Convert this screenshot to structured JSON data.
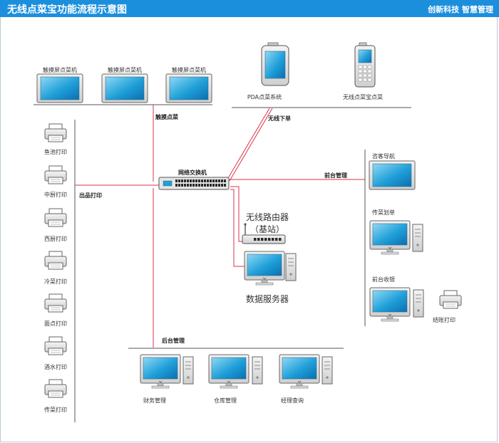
{
  "header": {
    "title": "无线点菜宝功能流程示意图",
    "slogan": "创新科技 智慧管理"
  },
  "touch_screens": [
    "触摸屏点菜机",
    "触摸屏点菜机",
    "触摸屏点菜机"
  ],
  "mobile_devices": [
    "PDA点菜系统",
    "无线点菜宝点菜"
  ],
  "printers": [
    "鱼池打印",
    "中厨打印",
    "西厨打印",
    "冷菜打印",
    "面点打印",
    "酒水打印",
    "传菜打印"
  ],
  "front_desk": [
    "咨客导航",
    "传菜划单",
    "前台收银"
  ],
  "checkout_printer": "结账打印",
  "back_office": [
    "财务管理",
    "仓库管理",
    "经理查询"
  ],
  "links": {
    "touch": "触摸点菜",
    "wireless": "无线下单",
    "front": "前台管理",
    "print": "出品打印",
    "back": "后台管理"
  },
  "switch_label": "网络交换机",
  "router_label": [
    "无线路由器",
    "（基站）"
  ],
  "server_label": "数据服务器",
  "colors": {
    "header": "#1b8fdc",
    "link_line": "#d9324c",
    "bus_line": "#555555",
    "screen": "#1f9fd8"
  }
}
